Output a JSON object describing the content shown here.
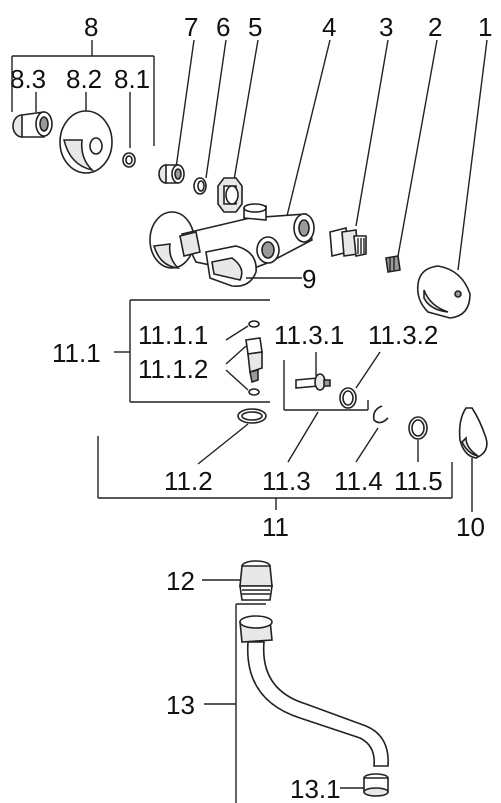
{
  "labels": {
    "p8": "8",
    "p7": "7",
    "p6": "6",
    "p5": "5",
    "p4": "4",
    "p3": "3",
    "p2": "2",
    "p1": "1",
    "p8_3": "8.3",
    "p8_2": "8.2",
    "p8_1": "8.1",
    "p9": "9",
    "p11_1": "11.1",
    "p11_1_1": "11.1.1",
    "p11_1_2": "11.1.2",
    "p11_3_1": "11.3.1",
    "p11_3_2": "11.3.2",
    "p11_2": "11.2",
    "p11_3": "11.3",
    "p11_4": "11.4",
    "p11_5": "11.5",
    "p11": "11",
    "p10": "10",
    "p12": "12",
    "p13": "13",
    "p13_1": "13.1"
  },
  "colors": {
    "line": "#222222",
    "shade": "#e8e8e8",
    "dark": "#9a9a9a",
    "background": "#ffffff"
  }
}
